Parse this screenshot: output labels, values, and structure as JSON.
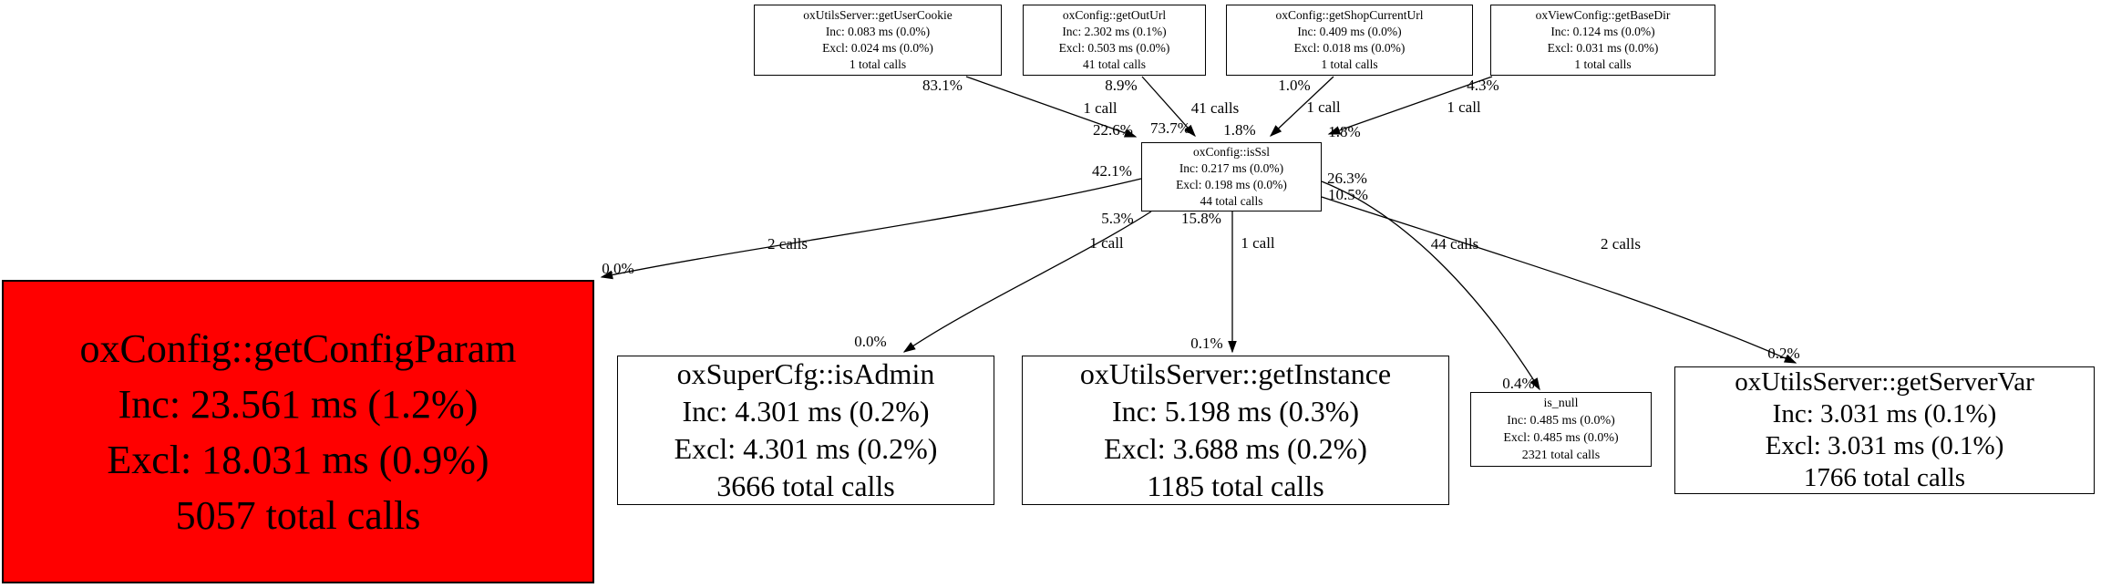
{
  "diagram": {
    "type": "profiler-call-graph",
    "colors": {
      "highlight_node_fill": "#ff0000",
      "node_fill": "#ffffff",
      "node_border": "#000000",
      "edge": "#000000",
      "background": "#ffffff"
    }
  },
  "nodes": {
    "get_user_cookie": {
      "name": "oxUtilsServer::getUserCookie",
      "inc": "Inc: 0.083 ms (0.0%)",
      "excl": "Excl: 0.024 ms (0.0%)",
      "total_calls": "1 total calls"
    },
    "get_out_url": {
      "name": "oxConfig::getOutUrl",
      "inc": "Inc: 2.302 ms (0.1%)",
      "excl": "Excl: 0.503 ms (0.0%)",
      "total_calls": "41 total calls"
    },
    "get_shop_current_url": {
      "name": "oxConfig::getShopCurrentUrl",
      "inc": "Inc: 0.409 ms (0.0%)",
      "excl": "Excl: 0.018 ms (0.0%)",
      "total_calls": "1 total calls"
    },
    "get_base_dir": {
      "name": "oxViewConfig::getBaseDir",
      "inc": "Inc: 0.124 ms (0.0%)",
      "excl": "Excl: 0.031 ms (0.0%)",
      "total_calls": "1 total calls"
    },
    "is_ssl": {
      "name": "oxConfig::isSsl",
      "inc": "Inc: 0.217 ms (0.0%)",
      "excl": "Excl: 0.198 ms (0.0%)",
      "total_calls": "44 total calls"
    },
    "get_config_param": {
      "name": "oxConfig::getConfigParam",
      "inc": "Inc: 23.561 ms (1.2%)",
      "excl": "Excl: 18.031 ms (0.9%)",
      "total_calls": "5057 total calls"
    },
    "is_admin": {
      "name": "oxSuperCfg::isAdmin",
      "inc": "Inc: 4.301 ms (0.2%)",
      "excl": "Excl: 4.301 ms (0.2%)",
      "total_calls": "3666 total calls"
    },
    "get_instance": {
      "name": "oxUtilsServer::getInstance",
      "inc": "Inc: 5.198 ms (0.3%)",
      "excl": "Excl: 3.688 ms (0.2%)",
      "total_calls": "1185 total calls"
    },
    "is_null": {
      "name": "is_null",
      "inc": "Inc: 0.485 ms (0.0%)",
      "excl": "Excl: 0.485 ms (0.0%)",
      "total_calls": "2321 total calls"
    },
    "get_server_var": {
      "name": "oxUtilsServer::getServerVar",
      "inc": "Inc: 3.031 ms (0.1%)",
      "excl": "Excl: 3.031 ms (0.1%)",
      "total_calls": "1766 total calls"
    }
  },
  "edges": {
    "user_cookie_to_isssl": {
      "tail_pct": "83.1%",
      "calls": "1 call",
      "head_pct": "22.6%"
    },
    "out_url_to_isssl": {
      "tail_pct": "8.9%",
      "calls": "41 calls",
      "head_pct": "73.7%"
    },
    "shop_current_url_to_isssl": {
      "tail_pct": "1.0%",
      "calls": "1 call",
      "head_pct": "1.8%"
    },
    "base_dir_to_isssl": {
      "tail_pct": "4.3%",
      "calls": "1 call",
      "head_pct": "1.8%"
    },
    "isssl_to_config_param": {
      "tail_pct": "42.1%",
      "calls": "2 calls",
      "head_pct": "0.0%"
    },
    "isssl_to_is_admin": {
      "tail_pct": "5.3%",
      "calls": "1 call",
      "head_pct": "0.0%"
    },
    "isssl_to_get_instance": {
      "tail_pct": "15.8%",
      "calls": "1 call",
      "head_pct": "0.1%"
    },
    "isssl_to_is_null": {
      "tail_pct": "26.3%",
      "calls": "44 calls",
      "head_pct": "0.4%"
    },
    "isssl_to_get_server_var": {
      "tail_pct": "10.5%",
      "calls": "2 calls",
      "head_pct": "0.2%"
    }
  }
}
